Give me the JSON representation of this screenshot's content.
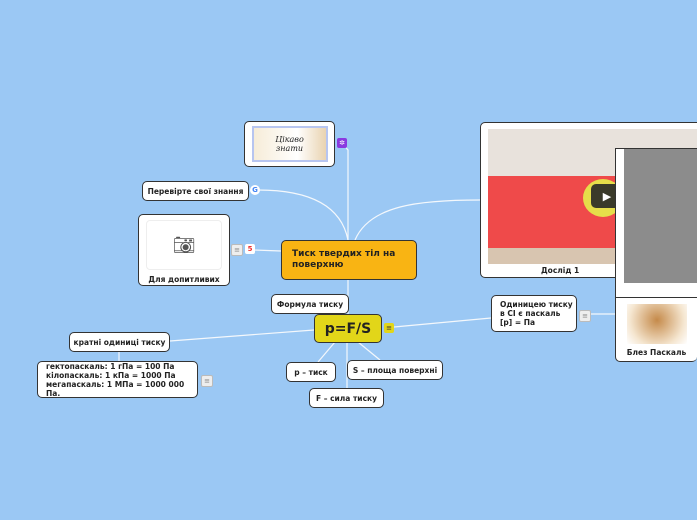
{
  "central": {
    "title": "Тиск твердих тіл на поверхню"
  },
  "nodes": {
    "interesting": {
      "image_text": "Цікаво знати"
    },
    "check_knowledge": "Перевірте свої знання",
    "curious": "Для допитливих",
    "formula_label": "Формула тиску",
    "formula": "p=F/S",
    "multiples": "кратні одиниці тиску",
    "multiples_list": [
      "гектопаскаль: 1 гПа = 100 Па",
      "кілопаскаль: 1 кПа = 1000 Па",
      "мегапаскаль: 1 МПа = 1000 000 Па."
    ],
    "p": "p – тиск",
    "s": "S – площа поверхні",
    "f": "F – сила тиску",
    "unit": [
      "Одиницею тиску",
      "в СІ є паскаль",
      "[p] = Па"
    ],
    "video_caption": "Дослід 1",
    "pascal": "Блез Паскаль"
  },
  "colors": {
    "background": "#9bc8f4",
    "central": "#f9b413",
    "formula": "#e2d619"
  }
}
